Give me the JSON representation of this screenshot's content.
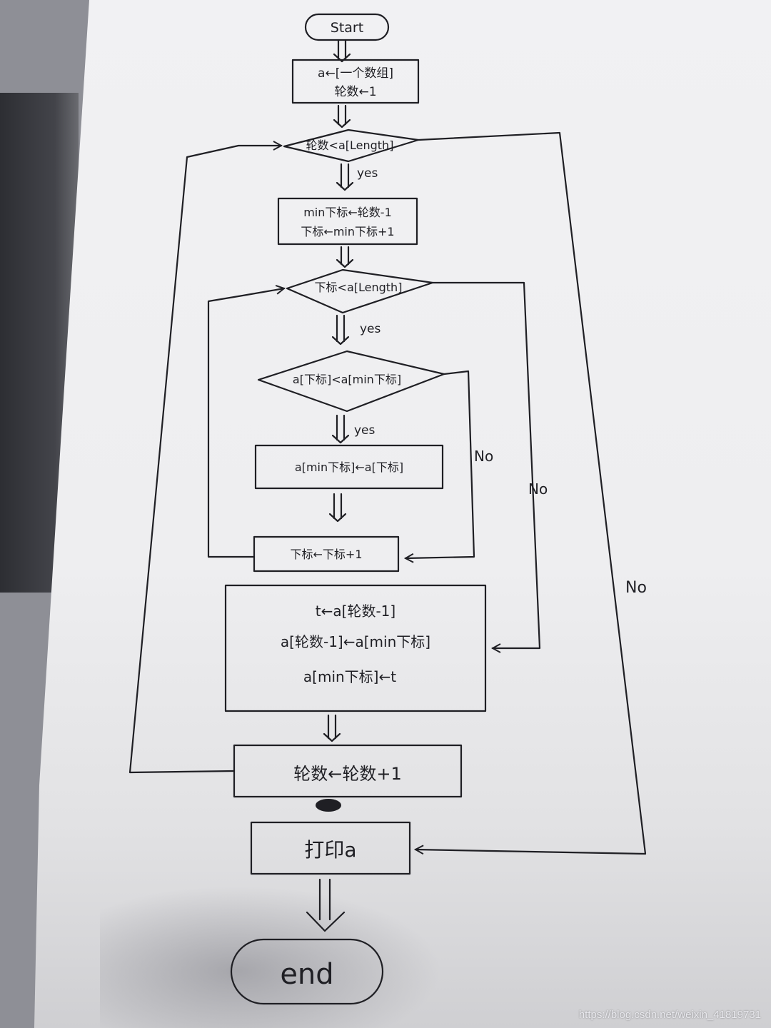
{
  "diagram": {
    "start": "Start",
    "init_line1": "a←[一个数组]",
    "init_line2": "轮数←1",
    "outer_cond": "轮数<a[Length]",
    "yes1": "yes",
    "setup_line1": "min下标←轮数-1",
    "setup_line2": "下标←min下标+1",
    "inner_cond": "下标<a[Length]",
    "yes2": "yes",
    "compare_cond": "a[下标]<a[min下标]",
    "yes3": "yes",
    "assign_min": "a[min下标]←a[下标]",
    "no_compare": "No",
    "no_inner": "No",
    "no_outer": "No",
    "increment_index": "下标←下标+1",
    "swap_line1": "t←a[轮数-1]",
    "swap_line2": "a[轮数-1]←a[min下标]",
    "swap_line3": "a[min下标]←t",
    "increment_round": "轮数←轮数+1",
    "print": "打印a",
    "end": "end"
  },
  "watermark": "https://blog.csdn.net/weixin_41819731"
}
